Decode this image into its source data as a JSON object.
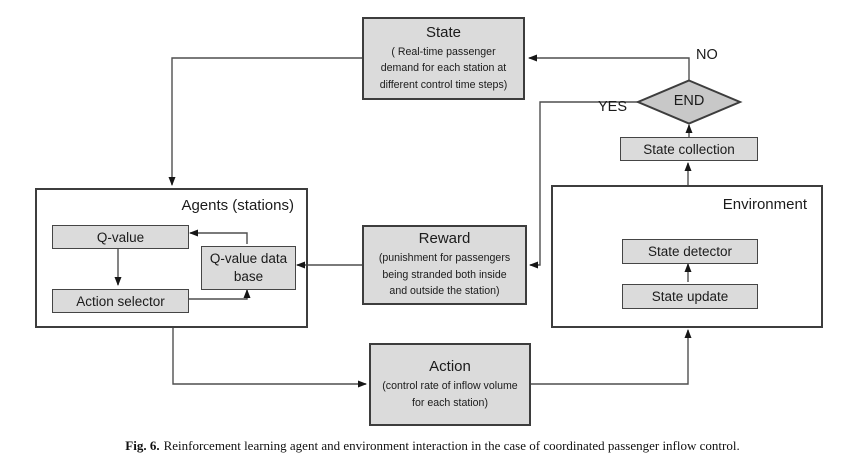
{
  "nodes": {
    "state": {
      "title": "State",
      "lines": [
        "( Real-time passenger",
        "demand for each station at",
        "different control time steps)"
      ]
    },
    "reward": {
      "title": "Reward",
      "lines": [
        "(punishment for passengers",
        "being stranded both inside",
        "and outside the station)"
      ]
    },
    "action": {
      "title": "Action",
      "lines": [
        "(control rate of inflow volume",
        "for each station)"
      ]
    },
    "agents": {
      "label": "Agents (stations)",
      "q_value": "Q-value",
      "q_value_database": "Q-value data base",
      "action_selector": "Action selector"
    },
    "environment": {
      "label": "Environment",
      "state_detector": "State detector",
      "state_update": "State update"
    },
    "state_collection": "State collection",
    "end_decision": "END"
  },
  "edge_labels": {
    "no": "NO",
    "yes": "YES"
  },
  "caption": {
    "label": "Fig. 6.",
    "text": "Reinforcement learning agent and environment interaction in the case of coordinated passenger inflow control."
  },
  "colors": {
    "background": "#ffffff",
    "node_fill": "#dbdbdb",
    "diamond_fill": "#c8c8c8",
    "border": "#3d3d3d",
    "line": "#4f4f4f",
    "text": "#1b1b1b"
  }
}
